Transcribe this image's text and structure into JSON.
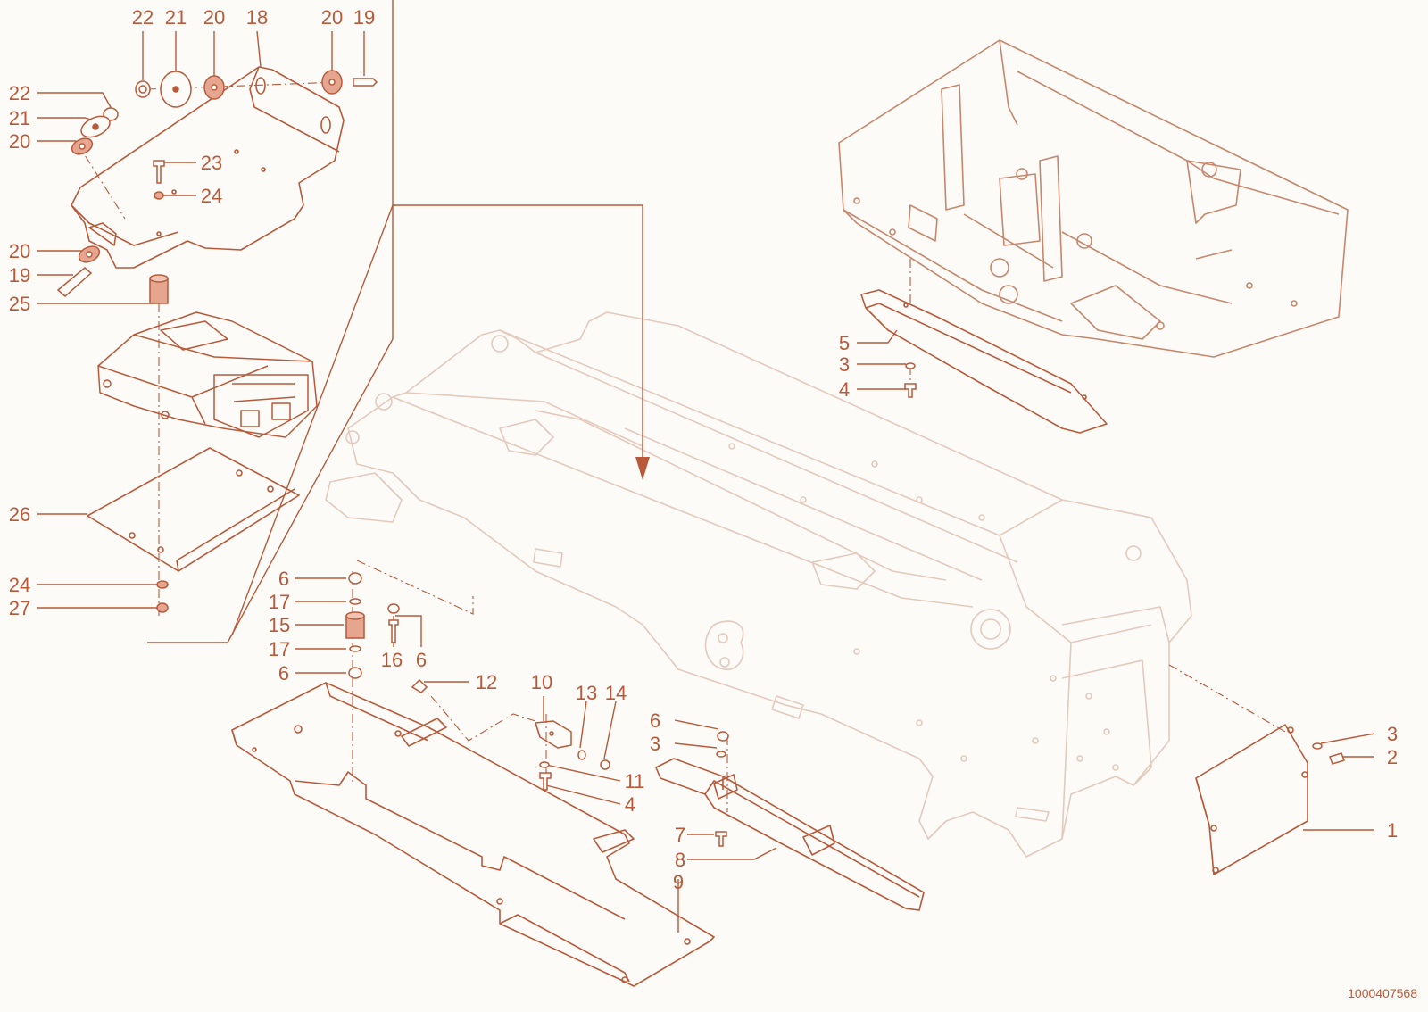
{
  "colors": {
    "ink": "#b85a3a",
    "faint": "#e5c9bb",
    "paper": "#fdfbf8",
    "fill": "#e6a58e"
  },
  "drawing_ref": "1000407568",
  "callouts": [
    {
      "id": "c-22a",
      "text": "22"
    },
    {
      "id": "c-21a",
      "text": "21"
    },
    {
      "id": "c-20a",
      "text": "20"
    },
    {
      "id": "c-18",
      "text": "18"
    },
    {
      "id": "c-20b",
      "text": "20"
    },
    {
      "id": "c-19a",
      "text": "19"
    },
    {
      "id": "c-22b",
      "text": "22"
    },
    {
      "id": "c-21b",
      "text": "21"
    },
    {
      "id": "c-20c",
      "text": "20"
    },
    {
      "id": "c-23",
      "text": "23"
    },
    {
      "id": "c-24a",
      "text": "24"
    },
    {
      "id": "c-20d",
      "text": "20"
    },
    {
      "id": "c-19b",
      "text": "19"
    },
    {
      "id": "c-25",
      "text": "25"
    },
    {
      "id": "c-26",
      "text": "26"
    },
    {
      "id": "c-24b",
      "text": "24"
    },
    {
      "id": "c-27",
      "text": "27"
    },
    {
      "id": "c-6a",
      "text": "6"
    },
    {
      "id": "c-17a",
      "text": "17"
    },
    {
      "id": "c-15",
      "text": "15"
    },
    {
      "id": "c-17b",
      "text": "17"
    },
    {
      "id": "c-6b",
      "text": "6"
    },
    {
      "id": "c-16",
      "text": "16"
    },
    {
      "id": "c-6c",
      "text": "6"
    },
    {
      "id": "c-12",
      "text": "12"
    },
    {
      "id": "c-10",
      "text": "10"
    },
    {
      "id": "c-13",
      "text": "13"
    },
    {
      "id": "c-14",
      "text": "14"
    },
    {
      "id": "c-11",
      "text": "11"
    },
    {
      "id": "c-4a",
      "text": "4"
    },
    {
      "id": "c-6d",
      "text": "6"
    },
    {
      "id": "c-3a",
      "text": "3"
    },
    {
      "id": "c-7",
      "text": "7"
    },
    {
      "id": "c-8",
      "text": "8"
    },
    {
      "id": "c-9",
      "text": "9"
    },
    {
      "id": "c-5",
      "text": "5"
    },
    {
      "id": "c-3b",
      "text": "3"
    },
    {
      "id": "c-4b",
      "text": "4"
    },
    {
      "id": "c-3c",
      "text": "3"
    },
    {
      "id": "c-2",
      "text": "2"
    },
    {
      "id": "c-1",
      "text": "1"
    }
  ]
}
